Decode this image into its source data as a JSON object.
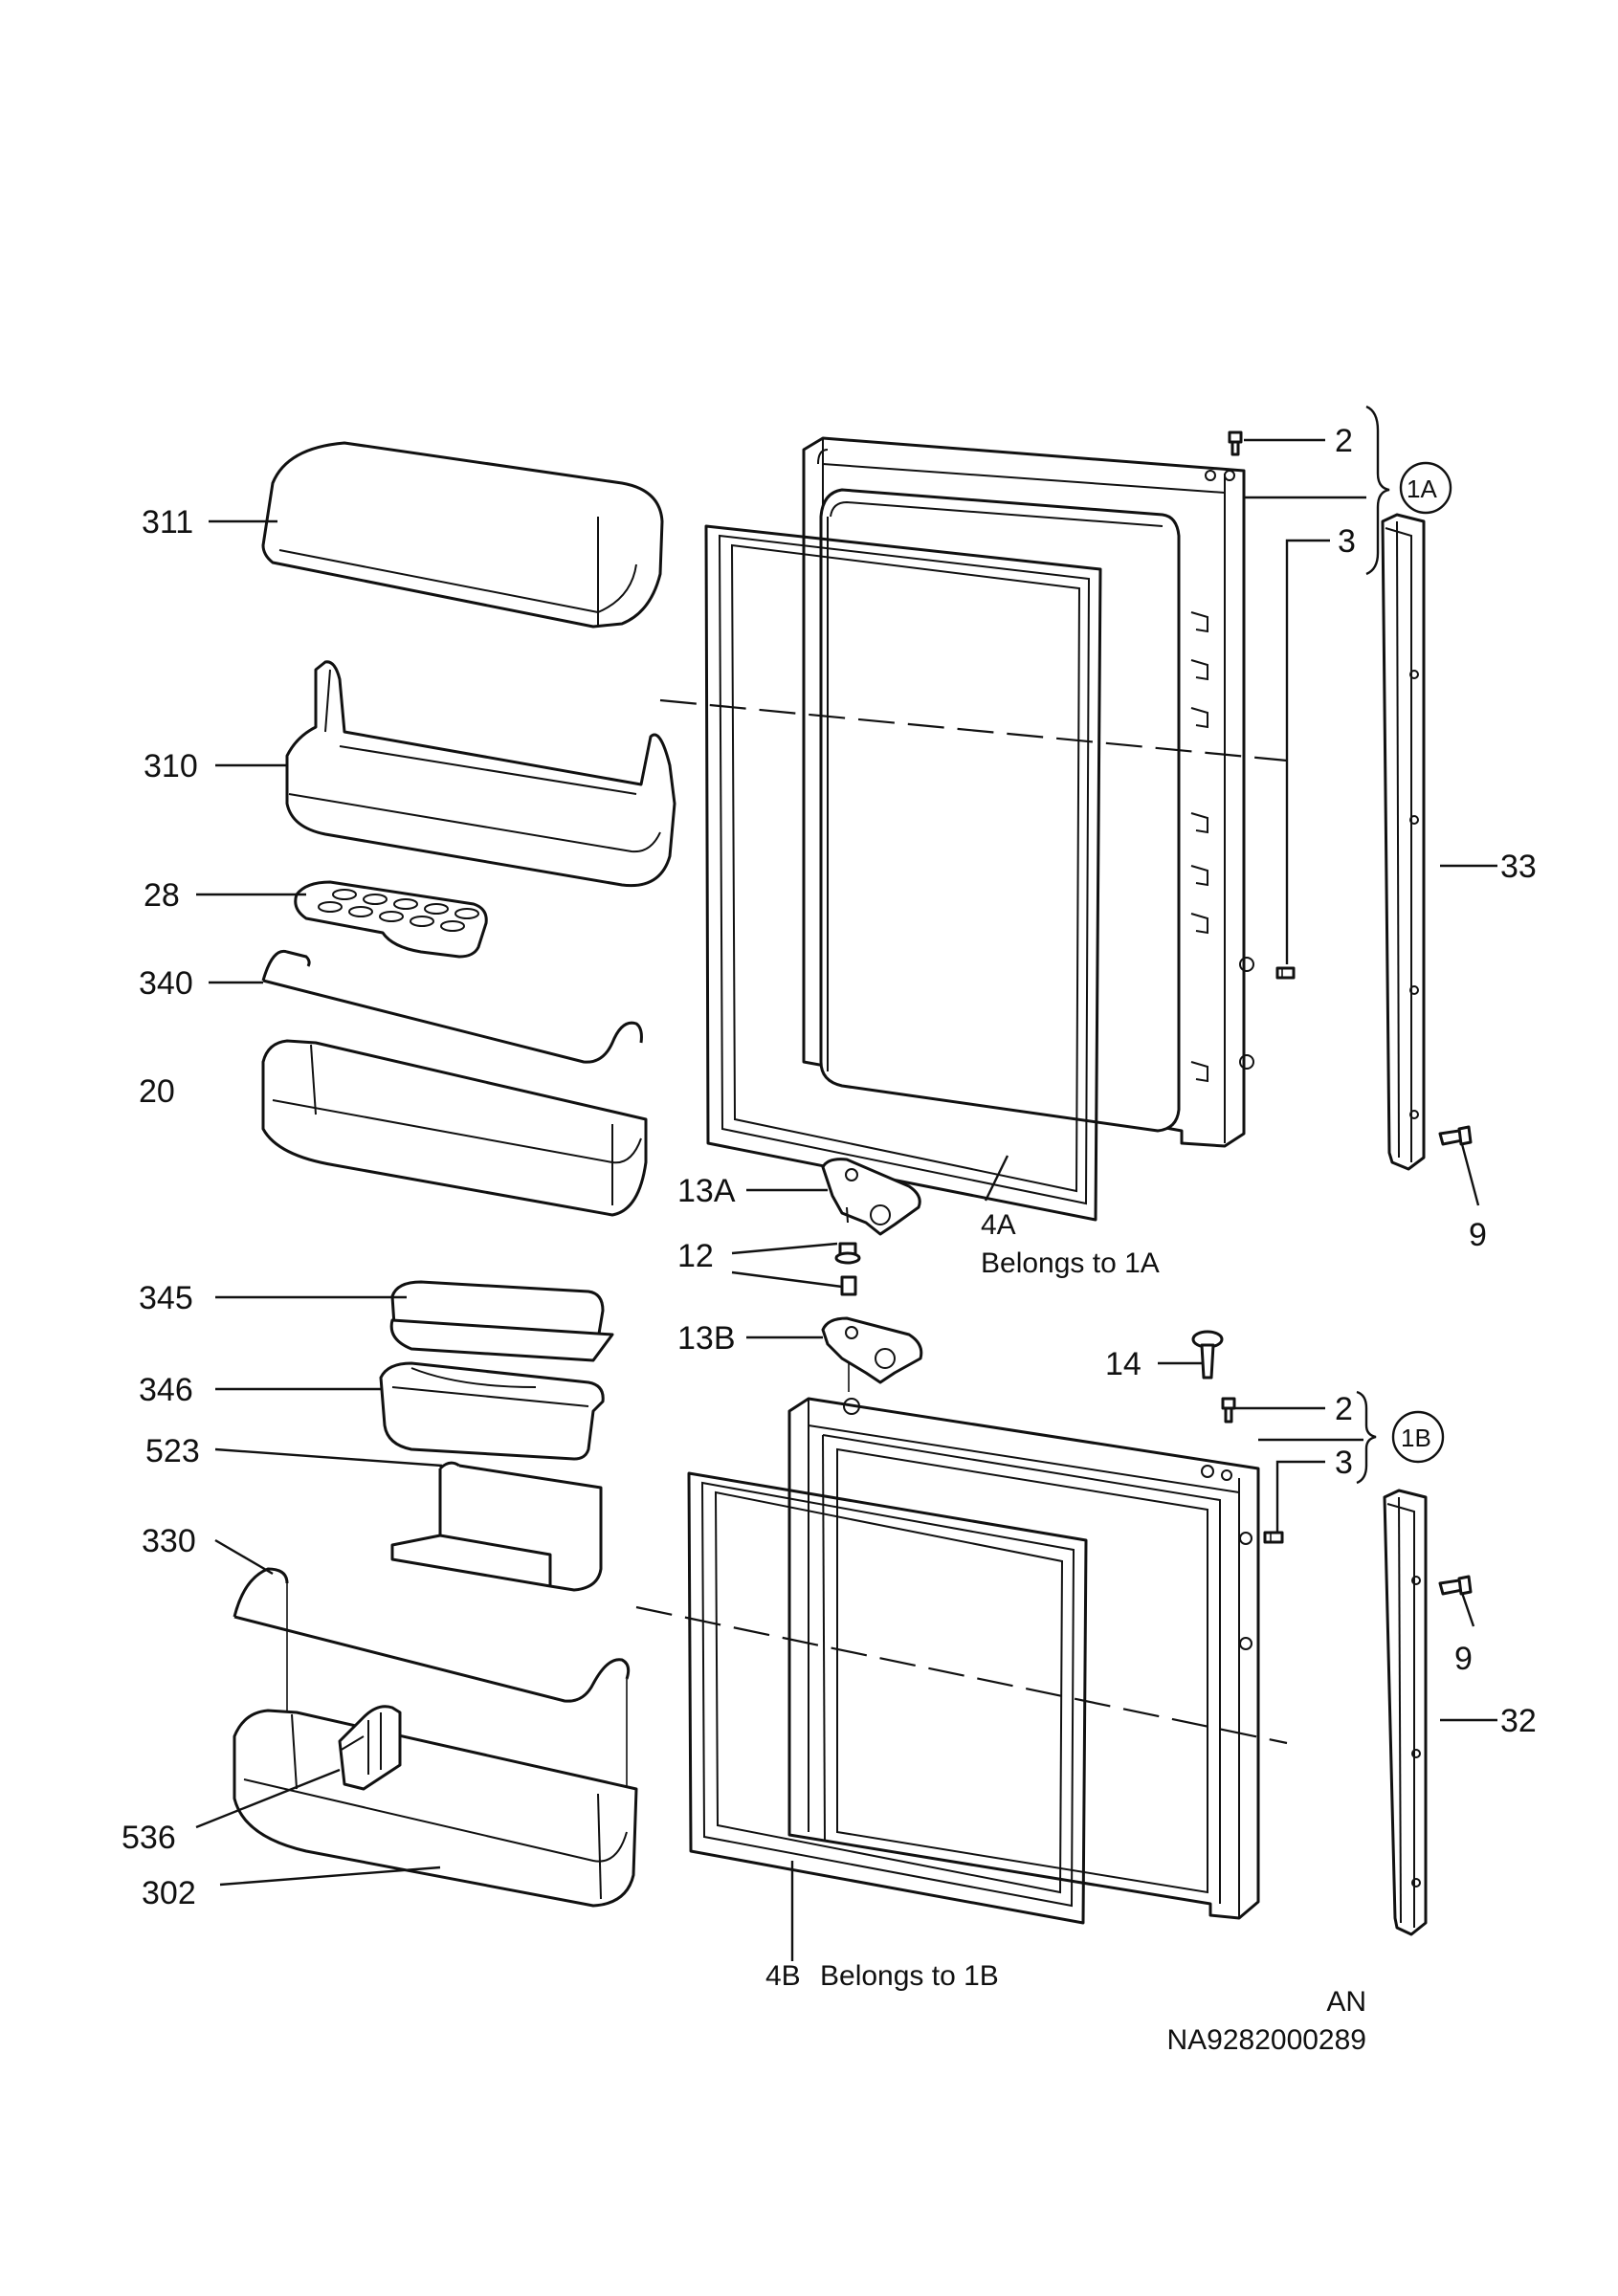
{
  "labels": {
    "l311": "311",
    "l310": "310",
    "l28": "28",
    "l340": "340",
    "l20": "20",
    "l345": "345",
    "l346": "346",
    "l523": "523",
    "l330": "330",
    "l536": "536",
    "l302": "302",
    "l2a": "2",
    "l3a": "3",
    "l1a": "1A",
    "l33": "33",
    "l9a": "9",
    "l13a": "13A",
    "l12": "12",
    "l13b": "13B",
    "l4a": "4A",
    "l4a_note": "Belongs to 1A",
    "l14": "14",
    "l2b": "2",
    "l3b": "3",
    "l1b": "1B",
    "l9b": "9",
    "l32": "32",
    "l4b": "4B",
    "l4b_note": "Belongs to 1B"
  },
  "footer": {
    "code": "AN",
    "drawing_number": "NA9282000289"
  }
}
